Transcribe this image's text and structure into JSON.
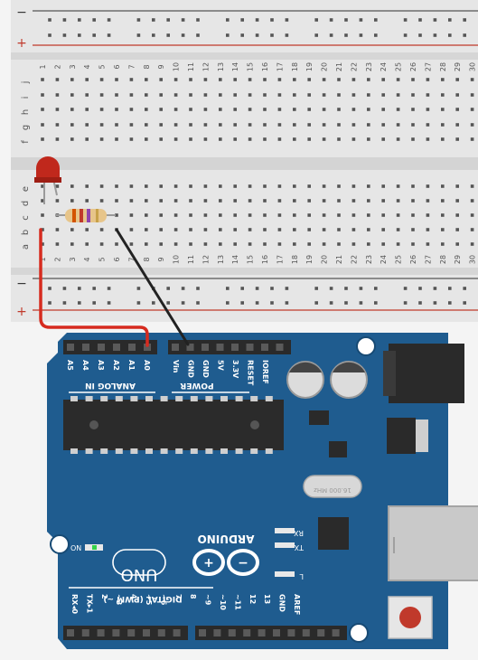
{
  "breadboard": {
    "rail_minus": "−",
    "rail_plus": "+",
    "row_labels_top": [
      "j",
      "i",
      "h",
      "g",
      "f"
    ],
    "row_labels_bottom": [
      "e",
      "d",
      "c",
      "b",
      "a"
    ],
    "column_numbers": [
      "1",
      "2",
      "3",
      "4",
      "5",
      "6",
      "7",
      "8",
      "9",
      "10",
      "11",
      "12",
      "13",
      "14",
      "15",
      "16",
      "17",
      "18",
      "19",
      "20",
      "21",
      "22",
      "23",
      "24",
      "25",
      "26",
      "27",
      "28",
      "29",
      "30"
    ]
  },
  "arduino": {
    "brand": "ARDUINO",
    "model": "UNO",
    "on_label": "ON",
    "analog_title": "ANALOG IN",
    "power_title": "POWER",
    "digital_title": "DIGITAL (PWM ~)",
    "analog_pins": [
      "A5",
      "A4",
      "A3",
      "A2",
      "A1",
      "A0"
    ],
    "power_pins": [
      "Vin",
      "GND",
      "GND",
      "5V",
      "3.3V",
      "RESET",
      "IOREF"
    ],
    "digital_pins": [
      "RX◂0",
      "TX▸1",
      "2",
      "~3",
      "4",
      "~5",
      "~6",
      "7",
      "8",
      "~9",
      "~10",
      "~11",
      "12",
      "13",
      "GND",
      "AREF"
    ],
    "led_labels": [
      "RX",
      "TX",
      "L"
    ],
    "crystal_text": "16.000 MHz"
  },
  "colors": {
    "breadboard": "#e7e7e7",
    "rail_red": "#c0392b",
    "rail_dark": "#444444",
    "arduino_blue": "#1f5c8f",
    "wire_red": "#d62b1f",
    "wire_black": "#222222",
    "led_red": "#c0281c",
    "power_led": "#35d34a"
  }
}
